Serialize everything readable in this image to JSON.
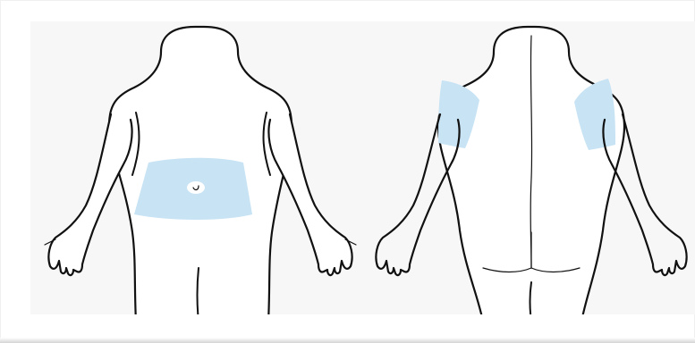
{
  "figure": {
    "views": [
      "front",
      "back"
    ],
    "highlight_color": "#c7e3f4",
    "outline_color": "#111111",
    "background_color": "#f7f7f7",
    "highlighted_regions": {
      "front": [
        "abdomen"
      ],
      "back": [
        "left-upper-arm",
        "right-upper-arm"
      ]
    }
  }
}
